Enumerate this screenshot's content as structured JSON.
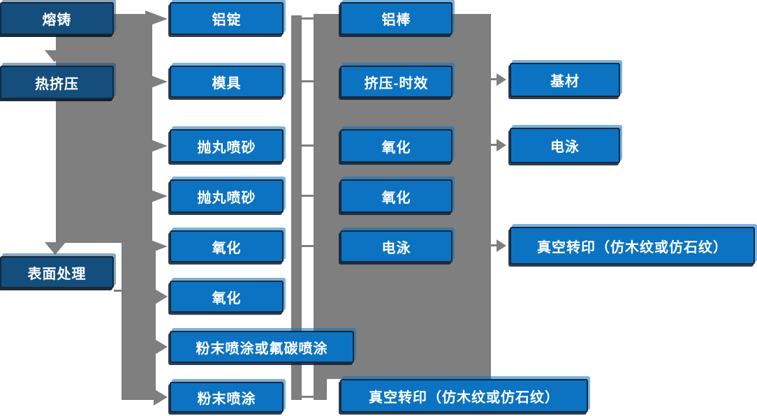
{
  "colors": {
    "node_blue": "#0b73c2",
    "node_dark_blue": "#134e7c",
    "node_border": "#15293c",
    "connector_gray": "#7f7f7f",
    "text": "#ffffff",
    "background": "#ffffff"
  },
  "flow": {
    "col1": [
      {
        "label": "熔铸"
      },
      {
        "label": "热挤压"
      },
      {
        "label": "表面处理"
      }
    ],
    "col2": [
      {
        "label": "铝锭"
      },
      {
        "label": "模具"
      },
      {
        "label": "抛丸喷砂"
      },
      {
        "label": "抛丸喷砂"
      },
      {
        "label": "氧化"
      },
      {
        "label": "氧化"
      },
      {
        "label": "粉末喷涂或氟碳喷涂"
      },
      {
        "label": "粉末喷涂"
      }
    ],
    "col3": [
      {
        "label": "铝棒"
      },
      {
        "label": "挤压-时效"
      },
      {
        "label": "氧化"
      },
      {
        "label": "氧化"
      },
      {
        "label": "电泳"
      },
      {
        "label": "真空转印（仿木纹或仿石纹）"
      }
    ],
    "col4": [
      {
        "label": "基材"
      },
      {
        "label": "电泳"
      },
      {
        "label": "真空转印（仿木纹或仿石纹）"
      }
    ]
  }
}
